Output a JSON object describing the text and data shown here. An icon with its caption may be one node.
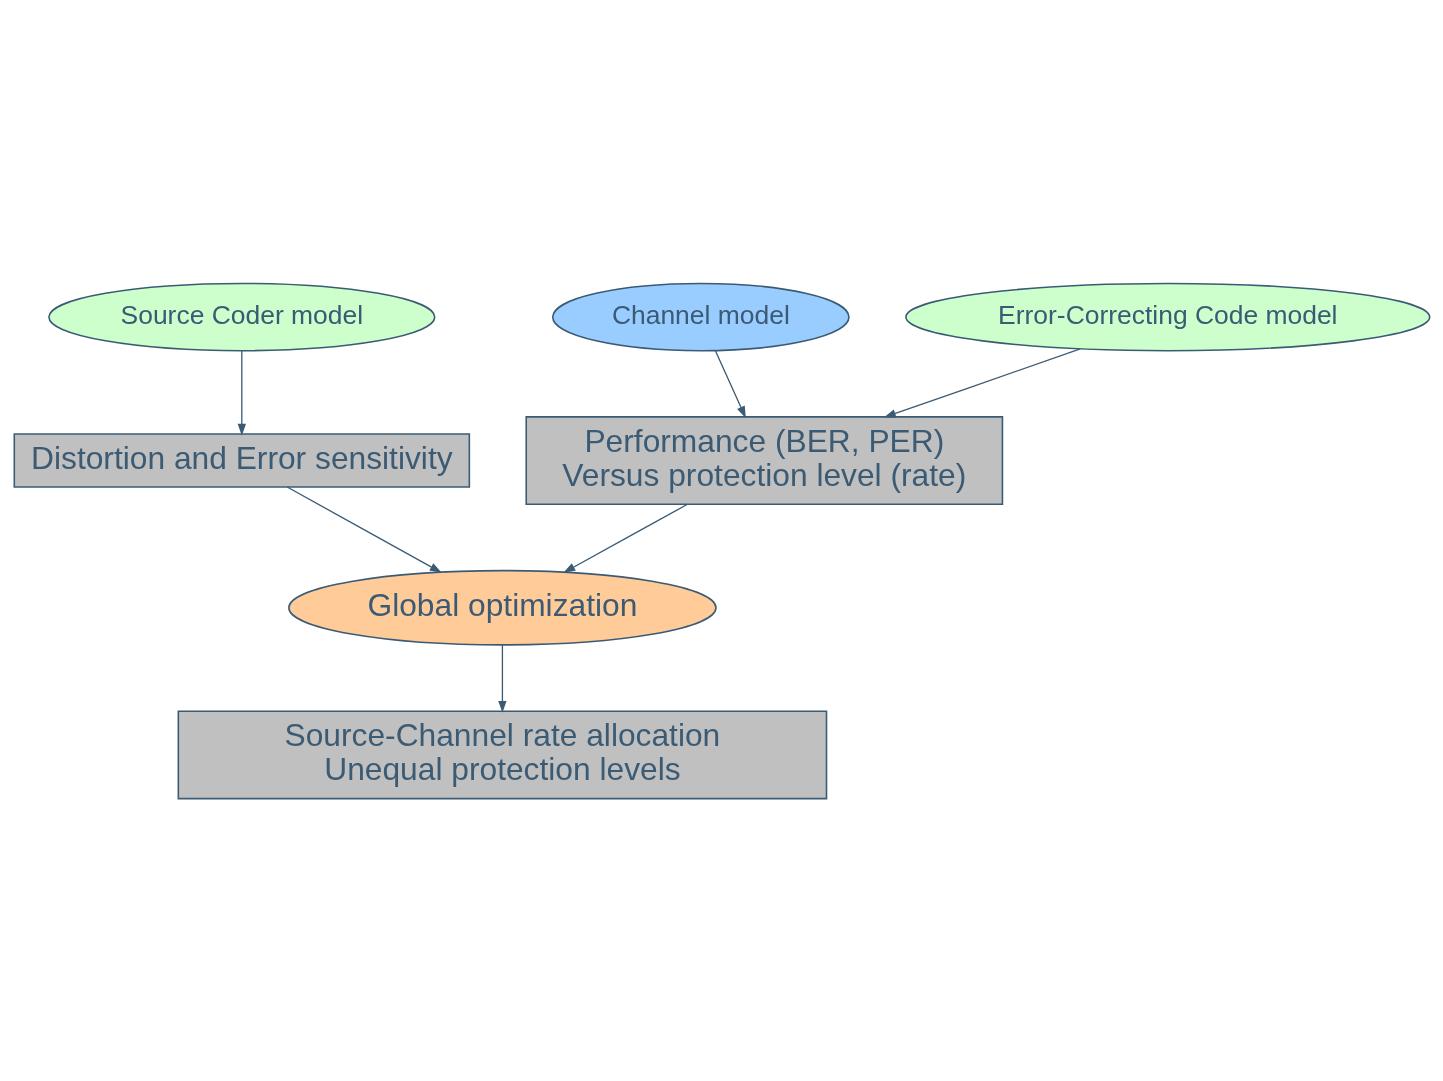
{
  "diagram": {
    "nodes": [
      {
        "text": [
          "Source Coder model"
        ]
      },
      {
        "text": [
          "Channel model"
        ]
      },
      {
        "text": [
          "Error-Correcting Code model"
        ]
      },
      {
        "text": [
          "Distortion and Error sensitivity"
        ]
      },
      {
        "text": [
          "Performance (BER, PER)",
          "Versus protection level (rate)"
        ]
      },
      {
        "text": [
          "Global optimization"
        ]
      },
      {
        "text": [
          "Source-Channel rate allocation",
          "Unequal protection levels"
        ]
      }
    ],
    "edges": [
      {
        "from": 0,
        "to": 3,
        "arrow": "to"
      },
      {
        "from": 1,
        "to": 4,
        "arrow": "to"
      },
      {
        "from": 2,
        "to": 4,
        "arrow": "to"
      },
      {
        "from": 3,
        "to": 5,
        "arrow": "to"
      },
      {
        "from": 4,
        "to": 5,
        "arrow": "to"
      },
      {
        "from": 5,
        "to": 6,
        "arrow": "to"
      }
    ]
  }
}
